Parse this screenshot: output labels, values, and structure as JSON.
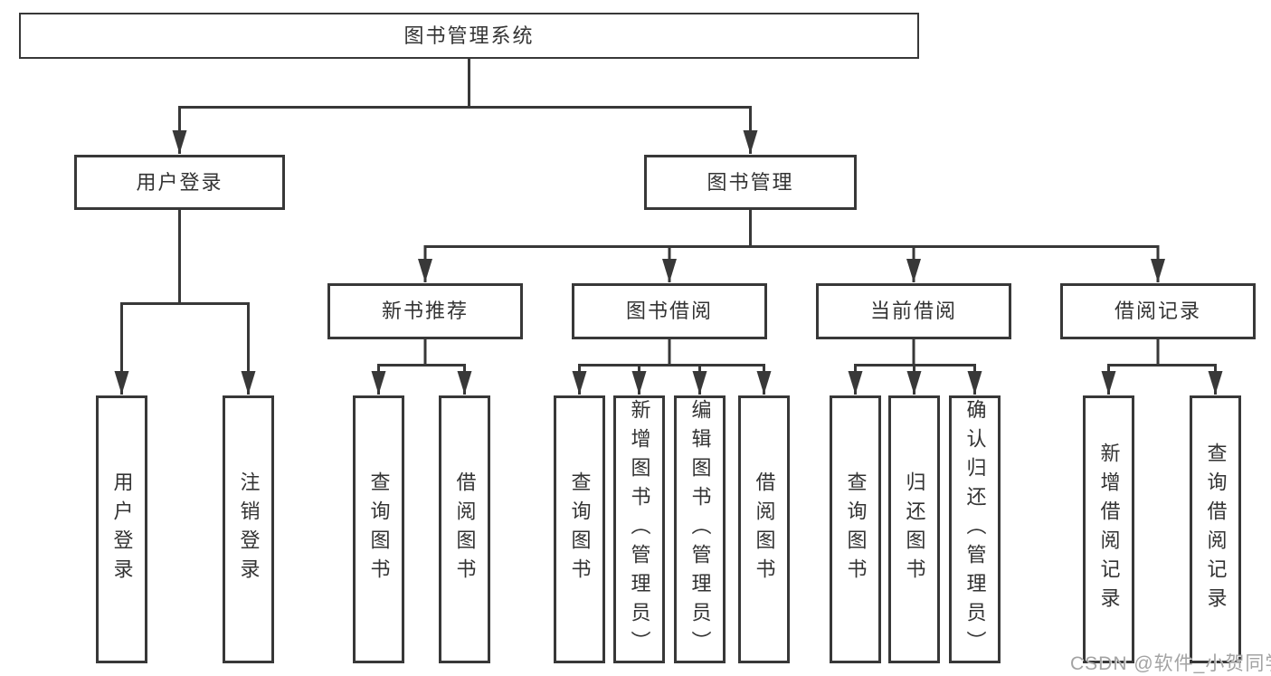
{
  "colors": {
    "line": "#383838",
    "text": "#333333",
    "watermark": "#a3a3a3",
    "bg": "#ffffff"
  },
  "watermark": {
    "text": "CSDN @软件_小贺同学"
  },
  "tree": {
    "root": {
      "label": "图书管理系统"
    },
    "children": [
      {
        "label": "用户登录",
        "children": [
          {
            "label": "用户登录"
          },
          {
            "label": "注销登录"
          }
        ]
      },
      {
        "label": "图书管理",
        "children": [
          {
            "label": "新书推荐",
            "children": [
              {
                "label": "查询图书"
              },
              {
                "label": "借阅图书"
              }
            ]
          },
          {
            "label": "图书借阅",
            "children": [
              {
                "label": "查询图书"
              },
              {
                "label": "新增图书（管理员）"
              },
              {
                "label": "编辑图书（管理员）"
              },
              {
                "label": "借阅图书"
              }
            ]
          },
          {
            "label": "当前借阅",
            "children": [
              {
                "label": "查询图书"
              },
              {
                "label": "归还图书"
              },
              {
                "label": "确认归还（管理员）"
              }
            ]
          },
          {
            "label": "借阅记录",
            "children": [
              {
                "label": "新增借阅记录"
              },
              {
                "label": "查询借阅记录"
              }
            ]
          }
        ]
      }
    ]
  }
}
